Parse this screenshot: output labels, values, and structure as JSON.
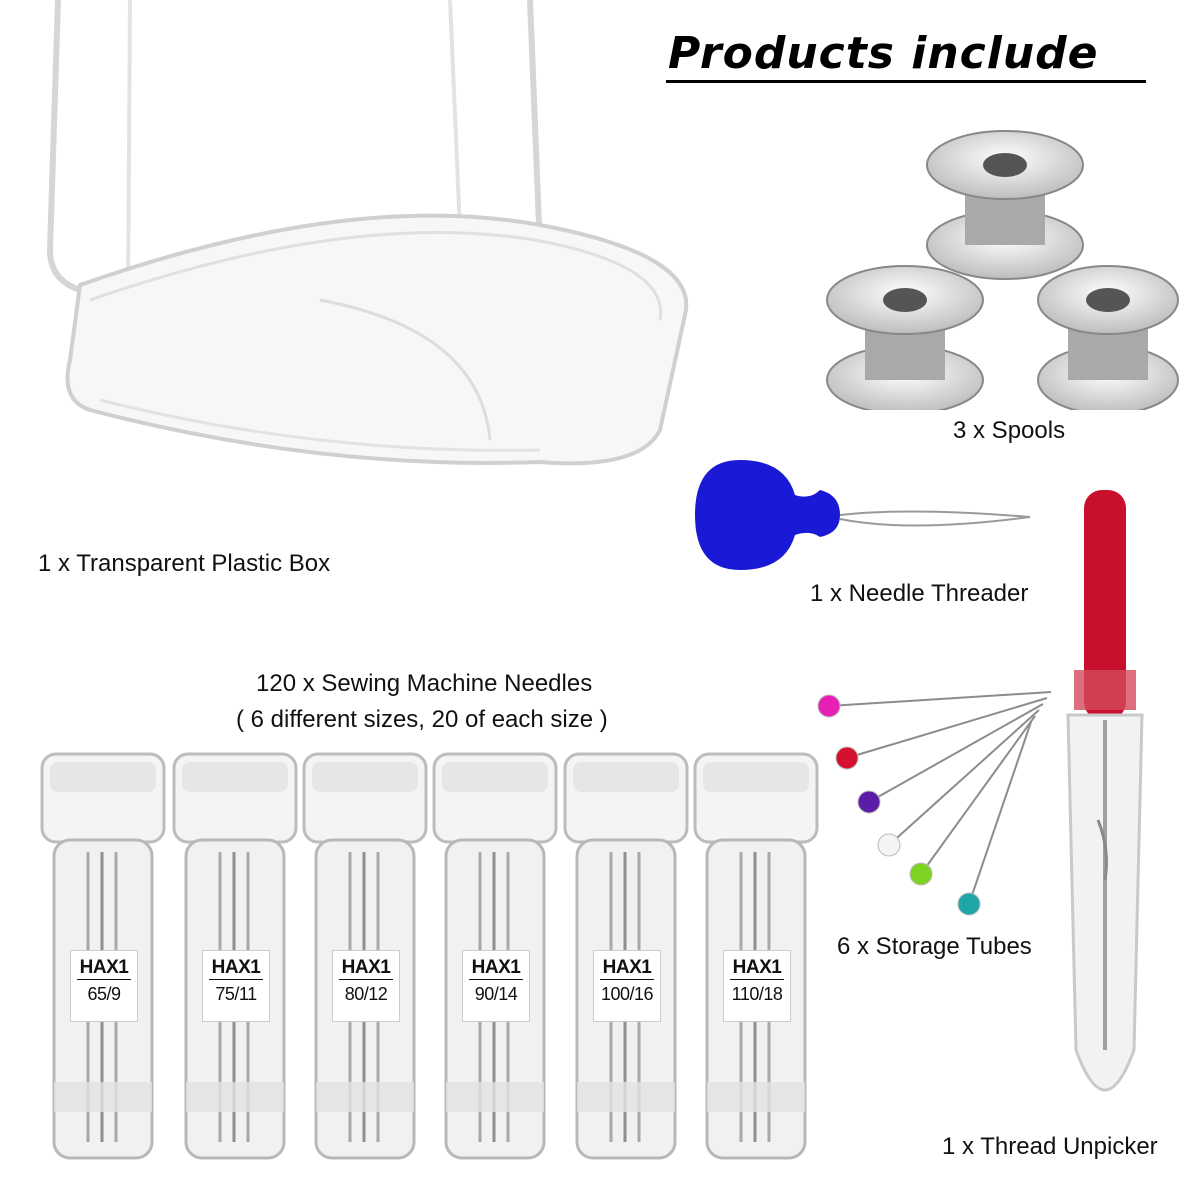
{
  "title": "Products include",
  "captions": {
    "box": "1 x Transparent Plastic Box",
    "spools": "3 x Spools",
    "threader": "1 x Needle Threader",
    "needles": "120 x Sewing Machine Needles",
    "needle_sizes": "( 6 different sizes, 20 of each size )",
    "pins": "6 x Storage Tubes",
    "unpicker": "1 x Thread Unpicker"
  },
  "tubes": [
    {
      "brand": "HAX1",
      "size": "65/9"
    },
    {
      "brand": "HAX1",
      "size": "75/11"
    },
    {
      "brand": "HAX1",
      "size": "80/12"
    },
    {
      "brand": "HAX1",
      "size": "90/14"
    },
    {
      "brand": "HAX1",
      "size": "100/16"
    },
    {
      "brand": "HAX1",
      "size": "110/18"
    }
  ],
  "pin_colors": [
    "#e81fb4",
    "#d4102e",
    "#5b1da8",
    "#f4f4f4",
    "#7ed321",
    "#1fa6a8"
  ],
  "threader_color": "#1a1ad6",
  "unpicker_handle_color": "#c8102e"
}
